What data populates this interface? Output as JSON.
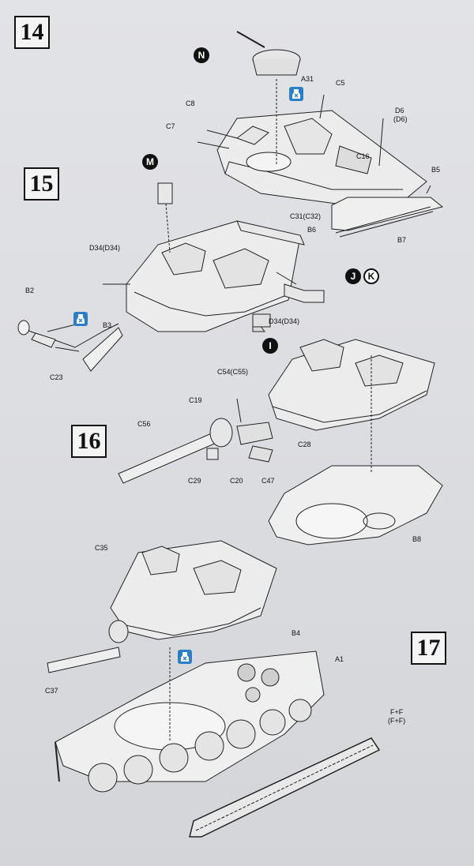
{
  "steps": [
    "14",
    "15",
    "16",
    "17"
  ],
  "callouts": {
    "N": "N",
    "M": "M",
    "J": "J",
    "K": "K",
    "I": "I"
  },
  "labels": {
    "A31": "A31",
    "C5": "C5",
    "C8": "C8",
    "C7": "C7",
    "D6": "D6",
    "D6p": "(D6)",
    "C16": "C16",
    "B5": "B5",
    "C31": "C31(C32)",
    "B6": "B6",
    "B7": "B7",
    "D34a": "D34(D34)",
    "B2": "B2",
    "B3": "B3",
    "C23": "C23",
    "D34b": "D34(D34)",
    "C54": "C54(C55)",
    "C19": "C19",
    "C56": "C56",
    "C28": "C28",
    "C29": "C29",
    "C20": "C20",
    "C47": "C47",
    "B8": "B8",
    "C35": "C35",
    "B4": "B4",
    "A1": "A1",
    "C37": "C37",
    "FF1": "F+F",
    "FF2": "(F+F)"
  },
  "colors": {
    "glue_icon": "#2b7fc6",
    "ink": "#111111",
    "paper": "#e0e1e4"
  },
  "icons": [
    "glue-icon"
  ]
}
